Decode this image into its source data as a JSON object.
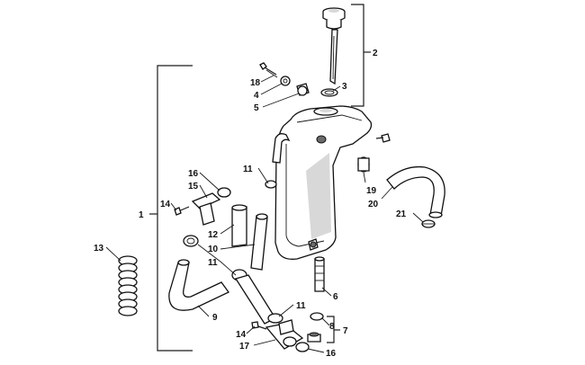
{
  "diagram": {
    "callouts": {
      "c1": "1",
      "c2": "2",
      "c3": "3",
      "c4": "4",
      "c5": "5",
      "c6": "6",
      "c7": "7",
      "c8": "8",
      "c9": "9",
      "c10": "10",
      "c11a": "11",
      "c11b": "11",
      "c11c": "11",
      "c12": "12",
      "c13": "13",
      "c14a": "14",
      "c14b": "14",
      "c15": "15",
      "c16a": "16",
      "c16b": "16",
      "c17": "17",
      "c18": "18",
      "c19": "19",
      "c20": "20",
      "c21": "21"
    }
  }
}
